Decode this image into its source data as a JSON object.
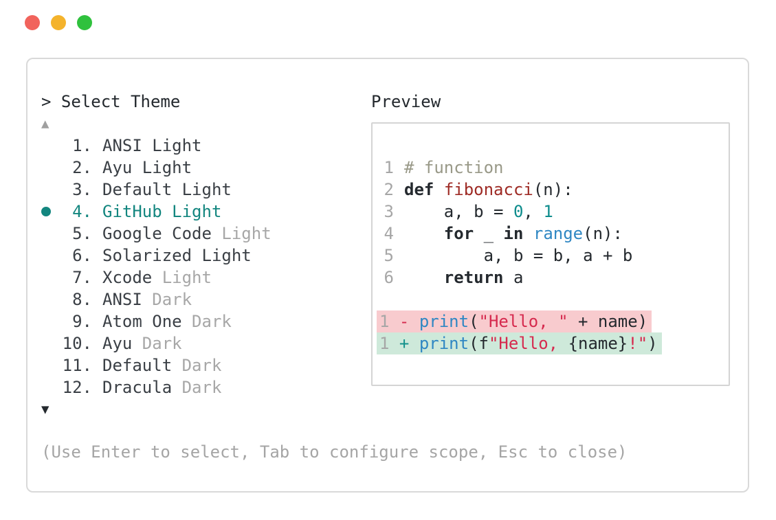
{
  "window_controls": {
    "close": "close",
    "minimize": "minimize",
    "zoom": "zoom",
    "colors": {
      "red": "#f1635c",
      "yellow": "#f4b32c",
      "green": "#2fc13d"
    }
  },
  "picker": {
    "title": "> Select Theme",
    "scroll_up_icon": "▲",
    "scroll_down_icon": "▼",
    "items": [
      {
        "number": "1.",
        "selected": false,
        "name_parts": [
          {
            "text": "ANSI Light",
            "dim": false
          }
        ]
      },
      {
        "number": "2.",
        "selected": false,
        "name_parts": [
          {
            "text": "Ayu Light",
            "dim": false
          }
        ]
      },
      {
        "number": "3.",
        "selected": false,
        "name_parts": [
          {
            "text": "Default Light",
            "dim": false
          }
        ]
      },
      {
        "number": "4.",
        "selected": true,
        "name_parts": [
          {
            "text": "GitHub Light",
            "dim": false
          }
        ]
      },
      {
        "number": "5.",
        "selected": false,
        "name_parts": [
          {
            "text": "Google Code ",
            "dim": false
          },
          {
            "text": "Light",
            "dim": true
          }
        ]
      },
      {
        "number": "6.",
        "selected": false,
        "name_parts": [
          {
            "text": "Solarized Light",
            "dim": false
          }
        ]
      },
      {
        "number": "7.",
        "selected": false,
        "name_parts": [
          {
            "text": "Xcode ",
            "dim": false
          },
          {
            "text": "Light",
            "dim": true
          }
        ]
      },
      {
        "number": "8.",
        "selected": false,
        "name_parts": [
          {
            "text": "ANSI ",
            "dim": false
          },
          {
            "text": "Dark",
            "dim": true
          }
        ]
      },
      {
        "number": "9.",
        "selected": false,
        "name_parts": [
          {
            "text": "Atom One ",
            "dim": false
          },
          {
            "text": "Dark",
            "dim": true
          }
        ]
      },
      {
        "number": "10.",
        "selected": false,
        "name_parts": [
          {
            "text": "Ayu ",
            "dim": false
          },
          {
            "text": "Dark",
            "dim": true
          }
        ]
      },
      {
        "number": "11.",
        "selected": false,
        "name_parts": [
          {
            "text": "Default ",
            "dim": false
          },
          {
            "text": "Dark",
            "dim": true
          }
        ]
      },
      {
        "number": "12.",
        "selected": false,
        "name_parts": [
          {
            "text": "Dracula ",
            "dim": false
          },
          {
            "text": "Dark",
            "dim": true
          }
        ]
      }
    ],
    "selected_accent_color": "#13867f",
    "hint": "(Use Enter to select, Tab to configure scope, Esc to close)"
  },
  "preview": {
    "label": "Preview",
    "code_lines": [
      {
        "number": "1",
        "tokens": [
          {
            "t": "# function",
            "c": "cm"
          }
        ]
      },
      {
        "number": "2",
        "tokens": [
          {
            "t": "def",
            "c": "kw"
          },
          {
            "t": " ",
            "c": "pl"
          },
          {
            "t": "fibonacci",
            "c": "fn"
          },
          {
            "t": "(n):",
            "c": "pl"
          }
        ]
      },
      {
        "number": "3",
        "tokens": [
          {
            "t": "    a, b = ",
            "c": "pl"
          },
          {
            "t": "0",
            "c": "nu"
          },
          {
            "t": ", ",
            "c": "pl"
          },
          {
            "t": "1",
            "c": "nu"
          }
        ]
      },
      {
        "number": "4",
        "tokens": [
          {
            "t": "    ",
            "c": "pl"
          },
          {
            "t": "for",
            "c": "kw"
          },
          {
            "t": " _ ",
            "c": "pl"
          },
          {
            "t": "in",
            "c": "kw"
          },
          {
            "t": " ",
            "c": "pl"
          },
          {
            "t": "range",
            "c": "nb"
          },
          {
            "t": "(n):",
            "c": "pl"
          }
        ]
      },
      {
        "number": "5",
        "tokens": [
          {
            "t": "        a, b = b, a + b",
            "c": "pl"
          }
        ]
      },
      {
        "number": "6",
        "tokens": [
          {
            "t": "    ",
            "c": "pl"
          },
          {
            "t": "return",
            "c": "kw"
          },
          {
            "t": " a",
            "c": "pl"
          }
        ]
      }
    ],
    "diff_lines": [
      {
        "number": "1",
        "kind": "deleted",
        "tokens": [
          {
            "t": " - ",
            "c": "dm"
          },
          {
            "t": "print",
            "c": "nb"
          },
          {
            "t": "(",
            "c": "pl"
          },
          {
            "t": "\"Hello, \"",
            "c": "st"
          },
          {
            "t": " + name)",
            "c": "pl"
          }
        ]
      },
      {
        "number": "1",
        "kind": "inserted",
        "tokens": [
          {
            "t": " + ",
            "c": "dp"
          },
          {
            "t": "print",
            "c": "nb"
          },
          {
            "t": "(f",
            "c": "pl"
          },
          {
            "t": "\"Hello, ",
            "c": "st"
          },
          {
            "t": "{name}",
            "c": "pl"
          },
          {
            "t": "!\"",
            "c": "st"
          },
          {
            "t": ")",
            "c": "pl"
          }
        ]
      }
    ],
    "diff_colors": {
      "deleted_bg": "#f8cbce",
      "inserted_bg": "#cee9da"
    },
    "syntax_colors": {
      "comment": "#999988",
      "keyword": "#24292e",
      "function": "#9e2b25",
      "builtin": "#2f87c3",
      "number": "#0d8c8c",
      "string": "#d62a4e",
      "line_number": "#a6a6a6"
    }
  }
}
